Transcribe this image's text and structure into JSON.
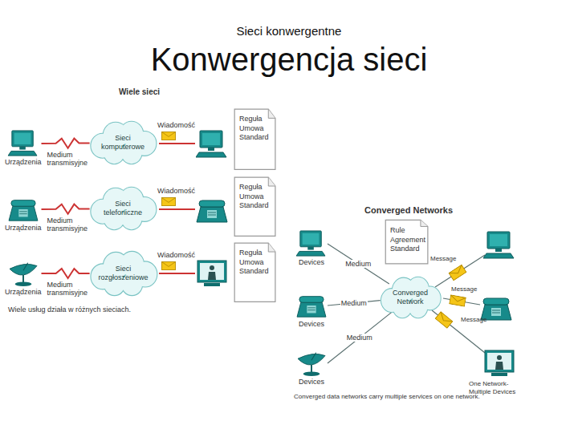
{
  "diagram": {
    "title": "Konwergencja sieci",
    "nodes": [
      {
        "text": [
          "Urządzenia"
        ]
      },
      {
        "text": [
          "Sieci komputerowe"
        ]
      },
      {
        "text": [
          "Reguła Umowa Standard"
        ]
      },
      {
        "text": [
          "Urządzenia"
        ]
      },
      {
        "text": [
          "Sieci telefoniczne"
        ]
      },
      {
        "text": [
          "Reguła Umowa Standard"
        ]
      },
      {
        "text": [
          "Urządzenia"
        ]
      },
      {
        "text": [
          "Sieci rozgłoszeniowe"
        ]
      },
      {
        "text": [
          "Reguła Umowa Standard"
        ]
      },
      {
        "text": [
          "Rule Agreement Standard"
        ]
      },
      {
        "text": [
          "Devices"
        ]
      },
      {
        "text": [
          "Converged Network"
        ]
      },
      {
        "text": [
          "Devices"
        ]
      },
      {
        "text": [
          "Devices"
        ]
      }
    ],
    "edges": [
      {
        "from": 0,
        "to": 1,
        "label": "Medium transmisyjne",
        "arrow": "none"
      },
      {
        "from": 3,
        "to": 4,
        "label": "Medium transmisyjne",
        "arrow": "none"
      },
      {
        "from": 6,
        "to": 7,
        "label": "Medium transmisyjne",
        "arrow": "none"
      },
      {
        "from": 10,
        "to": 11,
        "label": "Medium",
        "arrow": "none"
      },
      {
        "from": 12,
        "to": 11,
        "label": "Medium",
        "arrow": "none"
      },
      {
        "from": 13,
        "to": 11,
        "label": "Medium",
        "arrow": "none"
      }
    ],
    "labels": [
      "Sieci konwergentne",
      "Wiele sieci",
      "Wiadomość",
      "Wiadomość",
      "Wiadomość",
      "Wiele usług działa w różnych sieciach.",
      "Converged Networks",
      "Message",
      "Message",
      "Message",
      "One Network- Multiple Devices",
      "Converged data networks carry multiple services on one network."
    ]
  }
}
